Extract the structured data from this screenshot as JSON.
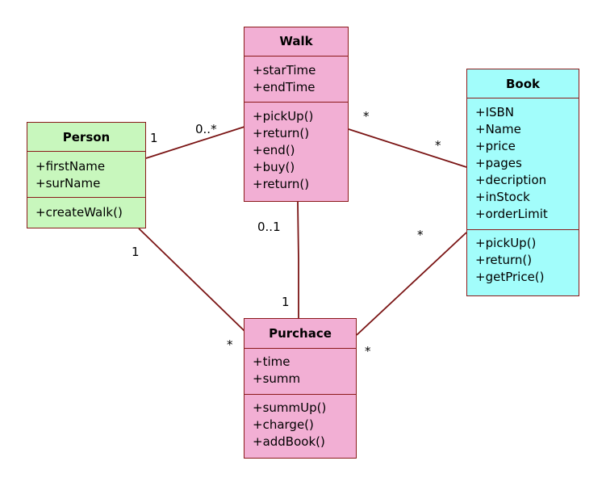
{
  "classes": {
    "walk": {
      "name": "Walk",
      "attributes": [
        "+starTime",
        "+endTime"
      ],
      "operations": [
        "+pickUp()",
        "+return()",
        "+end()",
        "+buy()",
        "+return()"
      ]
    },
    "person": {
      "name": "Person",
      "attributes": [
        "+firstName",
        "+surName"
      ],
      "operations": [
        "+createWalk()"
      ]
    },
    "book": {
      "name": "Book",
      "attributes": [
        "+ISBN",
        "+Name",
        "+price",
        "+pages",
        "+decription",
        "+inStock",
        "+orderLimit"
      ],
      "operations": [
        "+pickUp()",
        "+return()",
        "+getPrice()"
      ]
    },
    "purchace": {
      "name": "Purchace",
      "attributes": [
        "+time",
        "+summ"
      ],
      "operations": [
        "+summUp()",
        "+charge()",
        "+addBook()"
      ]
    }
  },
  "multiplicities": {
    "person_walk_person_end": "1",
    "person_walk_walk_end": "0..*",
    "walk_book_walk_end": "*",
    "walk_book_book_end": "*",
    "walk_purchace_walk_end": "0..1",
    "walk_purchace_purchace_end": "1",
    "person_purchace_person_end": "1",
    "person_purchace_purchace_end": "*",
    "book_purchace_book_end": "*",
    "book_purchace_purchace_end": "*"
  },
  "colors": {
    "line": "#7a1414",
    "walk_fill": "#f2afd4",
    "purchace_fill": "#f2afd4",
    "person_fill": "#c8f7bd",
    "book_fill": "#a2fdfb"
  }
}
